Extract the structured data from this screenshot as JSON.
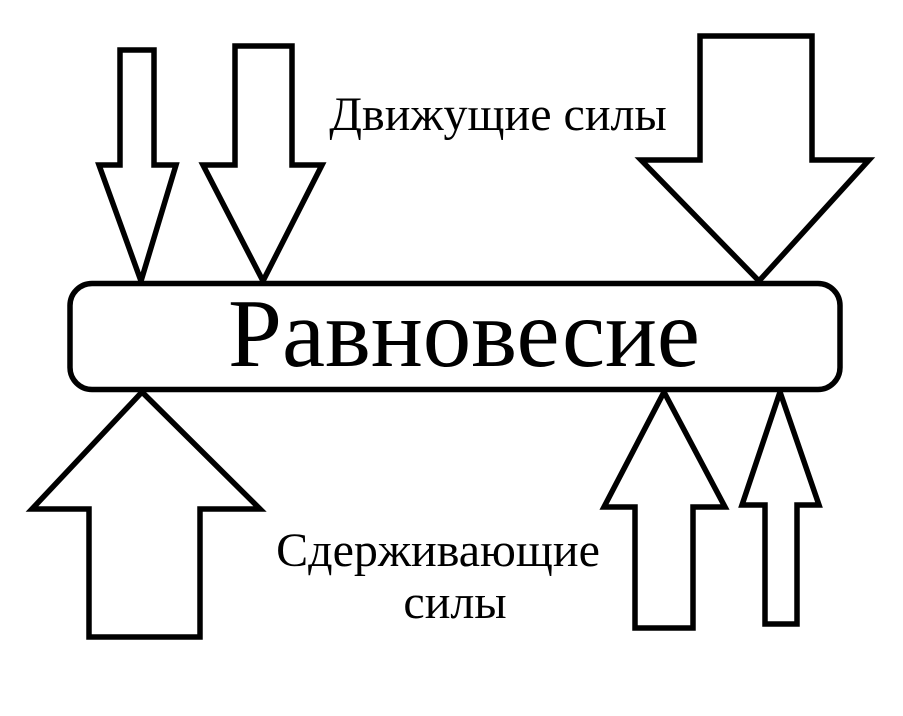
{
  "colors": {
    "line": "#000000",
    "shape_fill": "#ffffff",
    "text": "#000000",
    "background": "#ffffff"
  },
  "labels": {
    "driving_forces": "Движущие силы",
    "equilibrium": "Равновесие",
    "restraining_forces_line1": "Сдерживающие",
    "restraining_forces_line2": "силы"
  },
  "arrows": {
    "driving": [
      {
        "direction": "down",
        "size": "small"
      },
      {
        "direction": "down",
        "size": "medium"
      },
      {
        "direction": "down",
        "size": "large"
      }
    ],
    "restraining": [
      {
        "direction": "up",
        "size": "large"
      },
      {
        "direction": "up",
        "size": "medium"
      },
      {
        "direction": "up",
        "size": "small"
      }
    ]
  }
}
